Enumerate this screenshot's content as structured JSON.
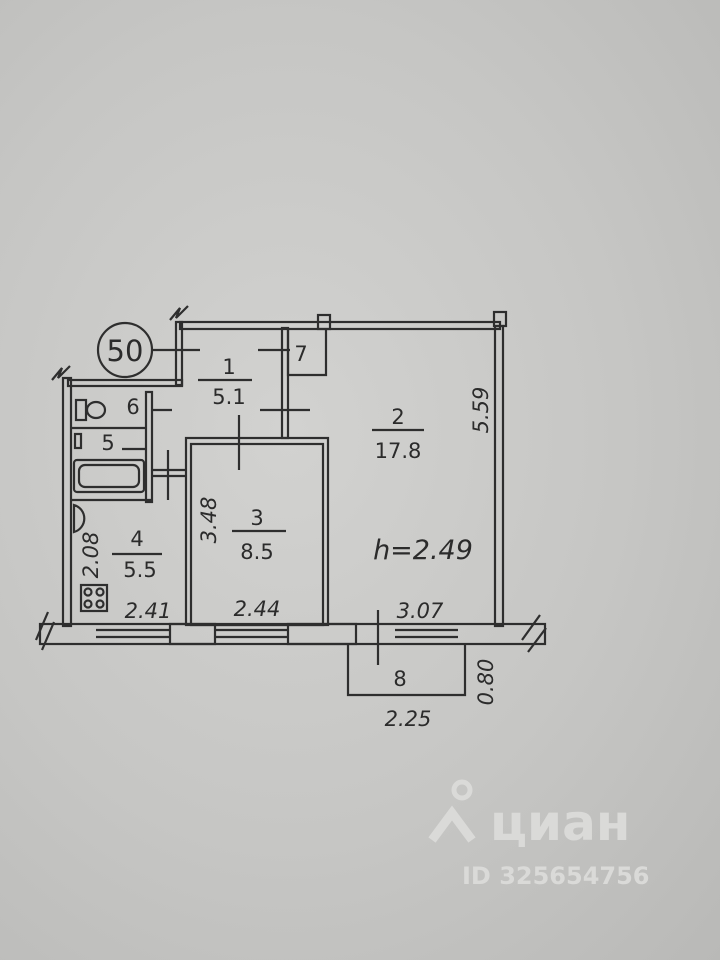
{
  "plan": {
    "apartment_number": "50",
    "rooms": [
      {
        "number": "1",
        "area": "5.1"
      },
      {
        "number": "2",
        "area": "17.8"
      },
      {
        "number": "3",
        "area": "8.5"
      },
      {
        "number": "4",
        "area": "5.5"
      },
      {
        "number": "5"
      },
      {
        "number": "6"
      },
      {
        "number": "7"
      },
      {
        "number": "8"
      }
    ],
    "dimensions": {
      "room2_length": "5.59",
      "room3_length": "3.48",
      "room4_length": "2.08",
      "room4_width": "2.41",
      "room3_width": "2.44",
      "room2_width": "3.07",
      "balcony_width": "2.25",
      "balcony_depth": "0.80"
    },
    "ceiling_height": "h=2.49"
  },
  "watermark": {
    "brand": "циан",
    "id": "ID 325654756"
  }
}
